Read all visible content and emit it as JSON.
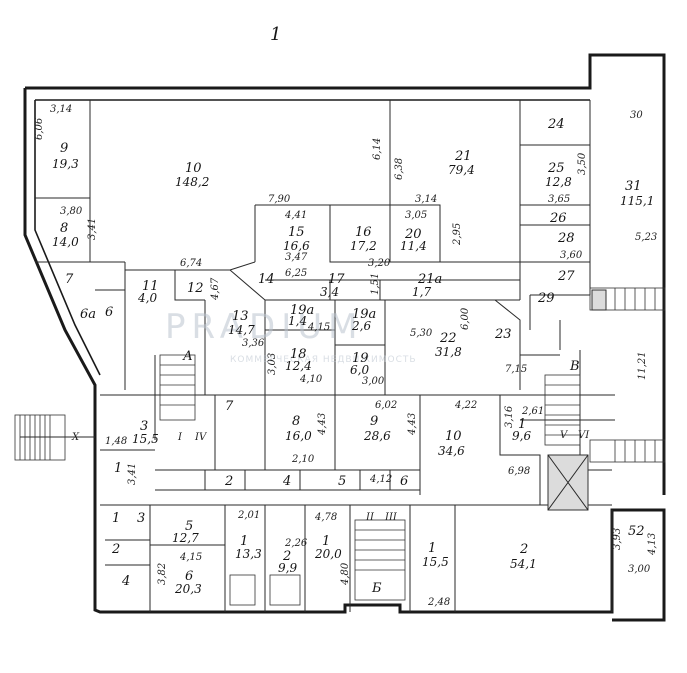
{
  "sheet_number": "1",
  "watermark": {
    "logo": "PRADIUM",
    "tagline": "КОММЕРЧЕСКАЯ НЕДВИЖИМОСТЬ"
  },
  "rooms": [
    {
      "no": "9",
      "area": "19,3"
    },
    {
      "no": "10",
      "area": "148,2"
    },
    {
      "no": "21",
      "area": "79,4"
    },
    {
      "no": "24",
      "area": ""
    },
    {
      "no": "25",
      "area": "12,8"
    },
    {
      "no": "31",
      "area": "115,1"
    },
    {
      "no": "8",
      "area": "14,0"
    },
    {
      "no": "15",
      "area": "16,6"
    },
    {
      "no": "16",
      "area": "17,2"
    },
    {
      "no": "20",
      "area": "11,4"
    },
    {
      "no": "26",
      "area": ""
    },
    {
      "no": "28",
      "area": ""
    },
    {
      "no": "7",
      "area": ""
    },
    {
      "no": "14",
      "area": ""
    },
    {
      "no": "17",
      "area": "3,4"
    },
    {
      "no": "21a",
      "area": "1,7"
    },
    {
      "no": "11",
      "area": "4,0"
    },
    {
      "no": "12",
      "area": ""
    },
    {
      "no": "6a",
      "area": ""
    },
    {
      "no": "6",
      "area": ""
    },
    {
      "no": "13",
      "area": "14,7"
    },
    {
      "no": "19a",
      "area": "1,4"
    },
    {
      "no": "19a",
      "area": "2,6"
    },
    {
      "no": "22",
      "area": "31,8"
    },
    {
      "no": "23",
      "area": ""
    },
    {
      "no": "29",
      "area": ""
    },
    {
      "no": "27",
      "area": ""
    },
    {
      "no": "18",
      "area": "12,4"
    },
    {
      "no": "19",
      "area": "6,0"
    },
    {
      "no": "3",
      "area": "15,5"
    },
    {
      "no": "7",
      "area": ""
    },
    {
      "no": "8",
      "area": "16,0"
    },
    {
      "no": "9",
      "area": "28,6"
    },
    {
      "no": "10",
      "area": "34,6"
    },
    {
      "no": "1",
      "area": "9,6"
    },
    {
      "no": "1",
      "area": ""
    },
    {
      "no": "2",
      "area": ""
    },
    {
      "no": "4",
      "area": ""
    },
    {
      "no": "5",
      "area": ""
    },
    {
      "no": "6",
      "area": ""
    },
    {
      "no": "5",
      "area": "12,7"
    },
    {
      "no": "6",
      "area": "20,3"
    },
    {
      "no": "1",
      "area": "13,3"
    },
    {
      "no": "2",
      "area": "9,9"
    },
    {
      "no": "1",
      "area": "20,0"
    },
    {
      "no": "1",
      "area": "15,5"
    },
    {
      "no": "2",
      "area": "54,1"
    },
    {
      "no": "52",
      "area": ""
    },
    {
      "no": "1",
      "area": ""
    },
    {
      "no": "2",
      "area": ""
    },
    {
      "no": "3",
      "area": ""
    },
    {
      "no": "4",
      "area": ""
    }
  ],
  "dimensions": [
    "3,14",
    "6,06",
    "7,90",
    "4,41",
    "6,14",
    "6,38",
    "3,14",
    "3,05",
    "2,95",
    "3,80",
    "3,41",
    "6,74",
    "3,47",
    "3,20",
    "6,25",
    "1,51",
    "4,15",
    "5,30",
    "6,00",
    "3,36",
    "4,67",
    "3,03",
    "4,10",
    "3,00",
    "7,15",
    "4,22",
    "6,02",
    "2,61",
    "3,16",
    "4,43",
    "4,43",
    "2,10",
    "1,48",
    "4,12",
    "6,98",
    "2,01",
    "4,78",
    "2,26",
    "4,15",
    "4,80",
    "3,82",
    "3,41",
    "2,48",
    "3,00",
    "3,93",
    "4,13",
    "3,65",
    "3,50",
    "3,60",
    "5,23",
    "11,21",
    "30"
  ],
  "section_marks": [
    "А",
    "Б",
    "В",
    "I",
    "II",
    "III",
    "IV",
    "V",
    "VI",
    "X"
  ]
}
